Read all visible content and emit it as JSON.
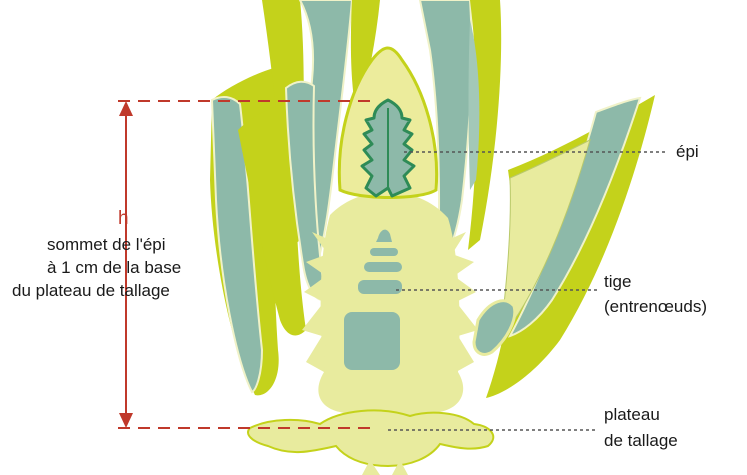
{
  "labels": {
    "h": "h",
    "measure_line1": "sommet de l'épi",
    "measure_line2": "à 1 cm de la base",
    "measure_line3": "du plateau de tallage",
    "epi": "épi",
    "tige_line1": "tige",
    "tige_line2": "(entrenœuds)",
    "plateau_line1": "plateau",
    "plateau_line2": "de tallage"
  },
  "colors": {
    "measure": "#c0392b",
    "leaf_yellow": "#c4d21b",
    "leaf_teal": "#8db9a9",
    "stem_light": "#e8eb9e",
    "spike_green": "#2e8b57",
    "text": "#1a1a1a"
  }
}
